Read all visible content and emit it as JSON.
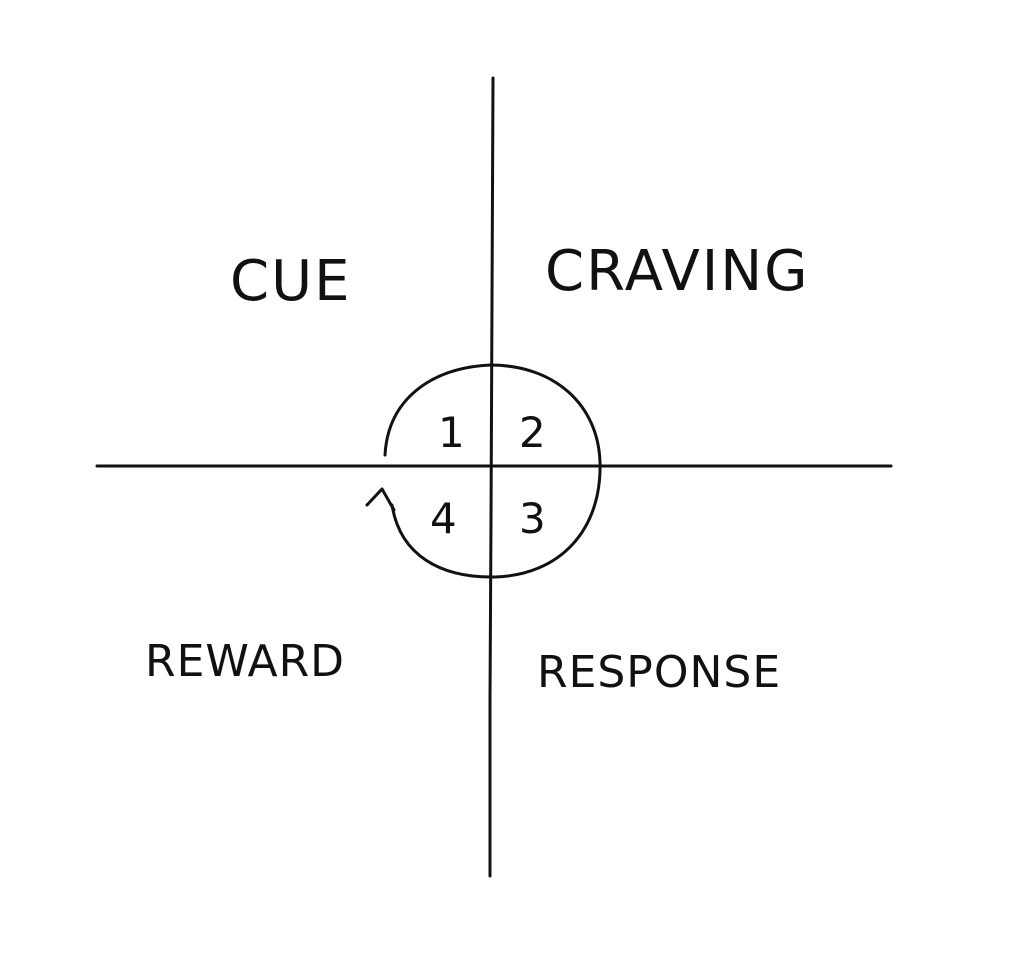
{
  "quadrants": {
    "top_left": "CUE",
    "top_right": "CRAVING",
    "bottom_right": "RESPONSE",
    "bottom_left": "REWARD"
  },
  "cycle_numbers": {
    "one": "1",
    "two": "2",
    "three": "3",
    "four": "4"
  },
  "style": {
    "ink_color": "#111111",
    "background_color": "#ffffff"
  }
}
